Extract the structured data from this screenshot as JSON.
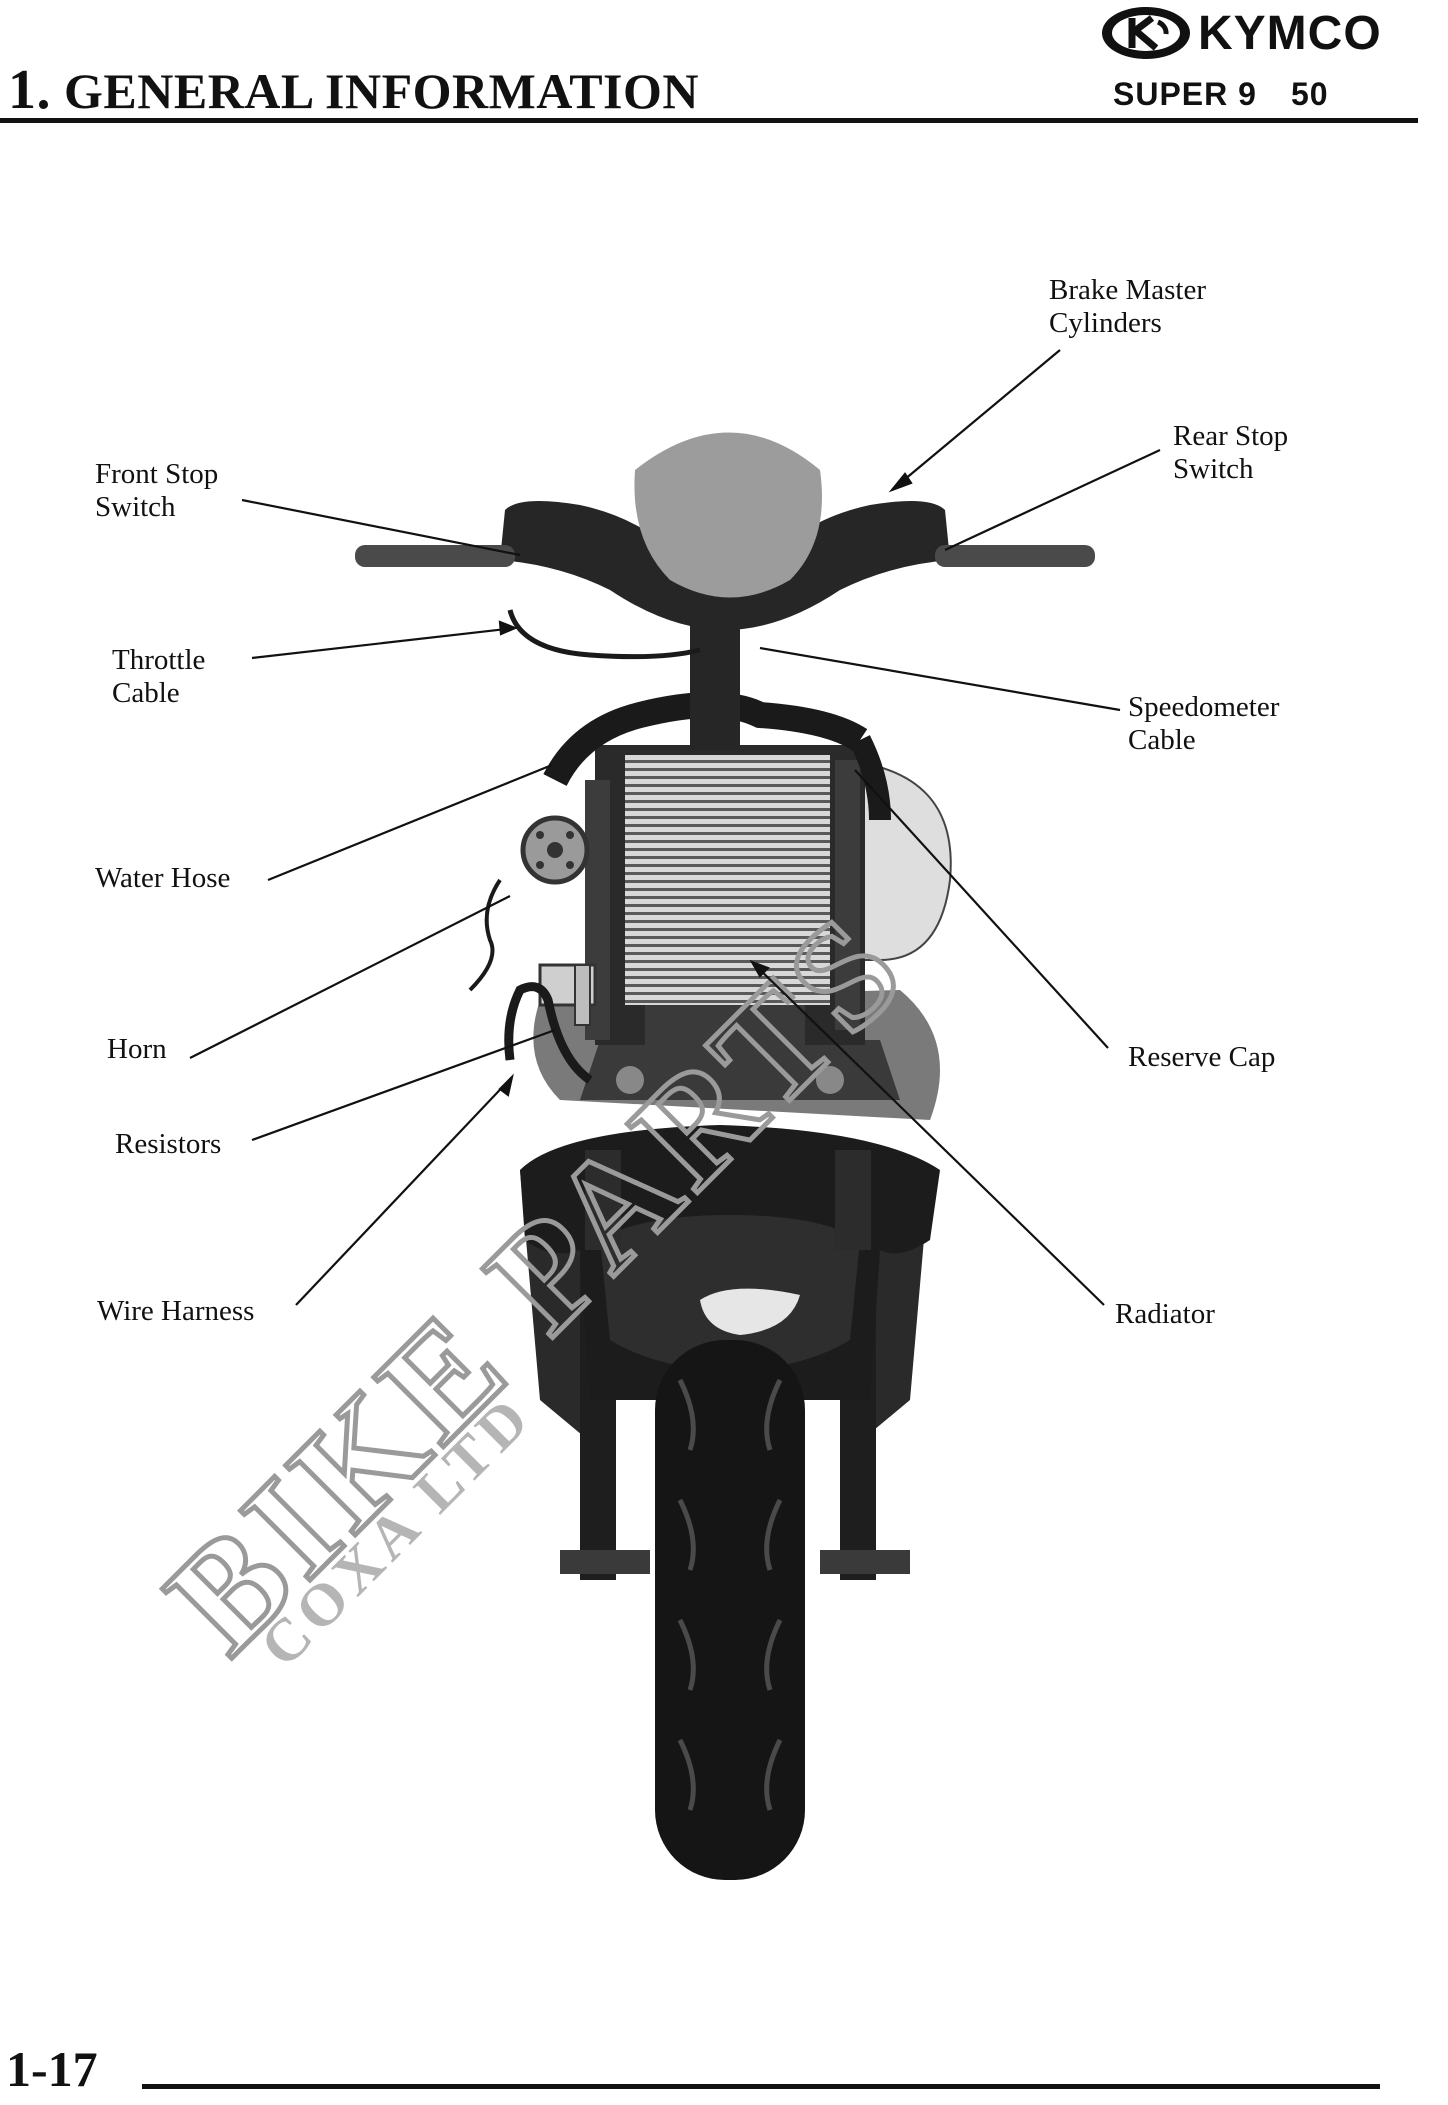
{
  "header": {
    "chapter_number": "1.",
    "chapter_title": "GENERAL INFORMATION",
    "brand": "KYMCO",
    "model": "SUPER 9",
    "model_variant": "50"
  },
  "watermark": {
    "main": "BIKE PARTS",
    "sub": "COXA LTD"
  },
  "labels": {
    "brake_master_cylinders": "Brake Master\nCylinders",
    "rear_stop_switch": "Rear Stop\nSwitch",
    "front_stop_switch": "Front Stop\nSwitch",
    "throttle_cable": "Throttle\nCable",
    "speedometer_cable": "Speedometer\nCable",
    "water_hose": "Water Hose",
    "horn": "Horn",
    "reserve_cap": "Reserve Cap",
    "resistors": "Resistors",
    "wire_harness": "Wire Harness",
    "radiator": "Radiator"
  },
  "footer": {
    "page_number": "1-17"
  },
  "colors": {
    "ink": "#111111",
    "watermark": "#9a9a9a"
  }
}
